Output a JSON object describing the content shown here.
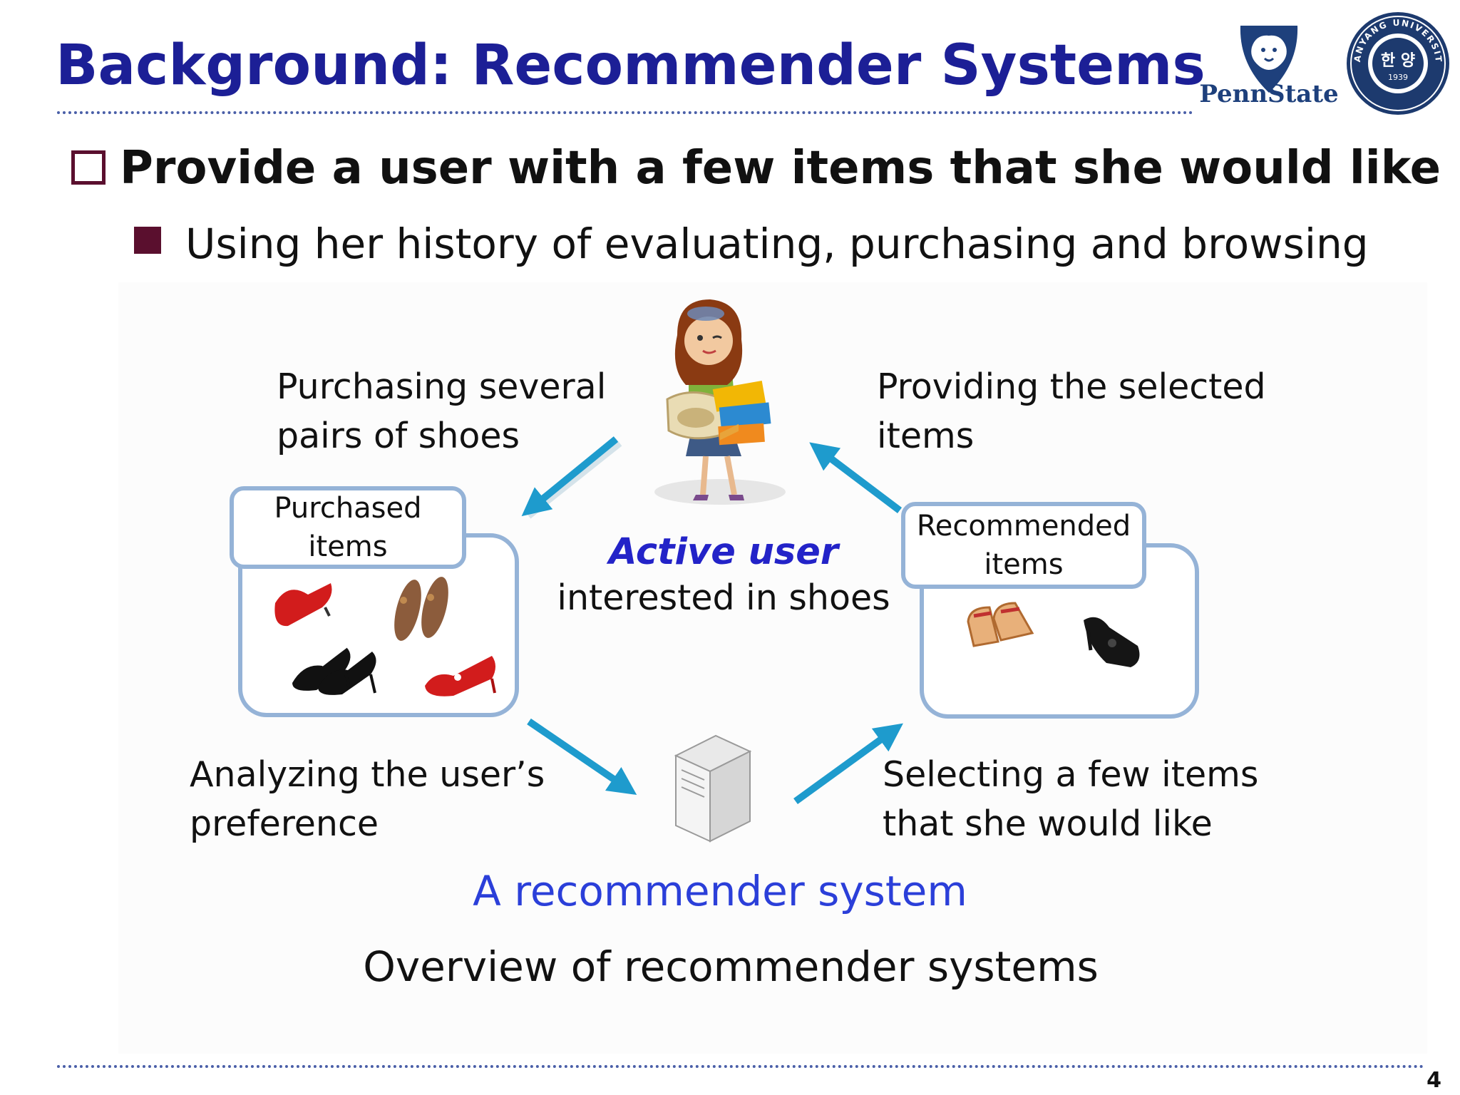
{
  "slide": {
    "title": "Background: Recommender Systems",
    "page_number": "4"
  },
  "logos": {
    "pennstate_text": "PennState",
    "hanyang_seal_text": "HANYANG UNIVERSITY",
    "hanyang_hangul": "한 양",
    "hanyang_year": "1939"
  },
  "bullets": {
    "level1": "Provide a user with a few items that she would like",
    "level2": "Using her history of evaluating, purchasing and browsing"
  },
  "diagram": {
    "top_left_caption": [
      "Purchasing several",
      "pairs of shoes"
    ],
    "top_right_caption": [
      "Providing the selected",
      "items"
    ],
    "purchased_label": [
      "Purchased",
      "items"
    ],
    "recommended_label": [
      "Recommended",
      "items"
    ],
    "active_user": "Active user",
    "interested": "interested in shoes",
    "bottom_left_caption": [
      "Analyzing the user’s",
      "preference"
    ],
    "bottom_right_caption": [
      "Selecting a few items",
      "that she would like"
    ],
    "system_label": "A recommender system",
    "figure_caption": "Overview of recommender systems"
  },
  "colors": {
    "title": "#1c1f96",
    "bullet": "#5a0f2e",
    "panel_border": "#95b3d7",
    "arrow": "#1e9bcd",
    "active_user": "#2323c8",
    "system_label": "#2b3fd9"
  }
}
